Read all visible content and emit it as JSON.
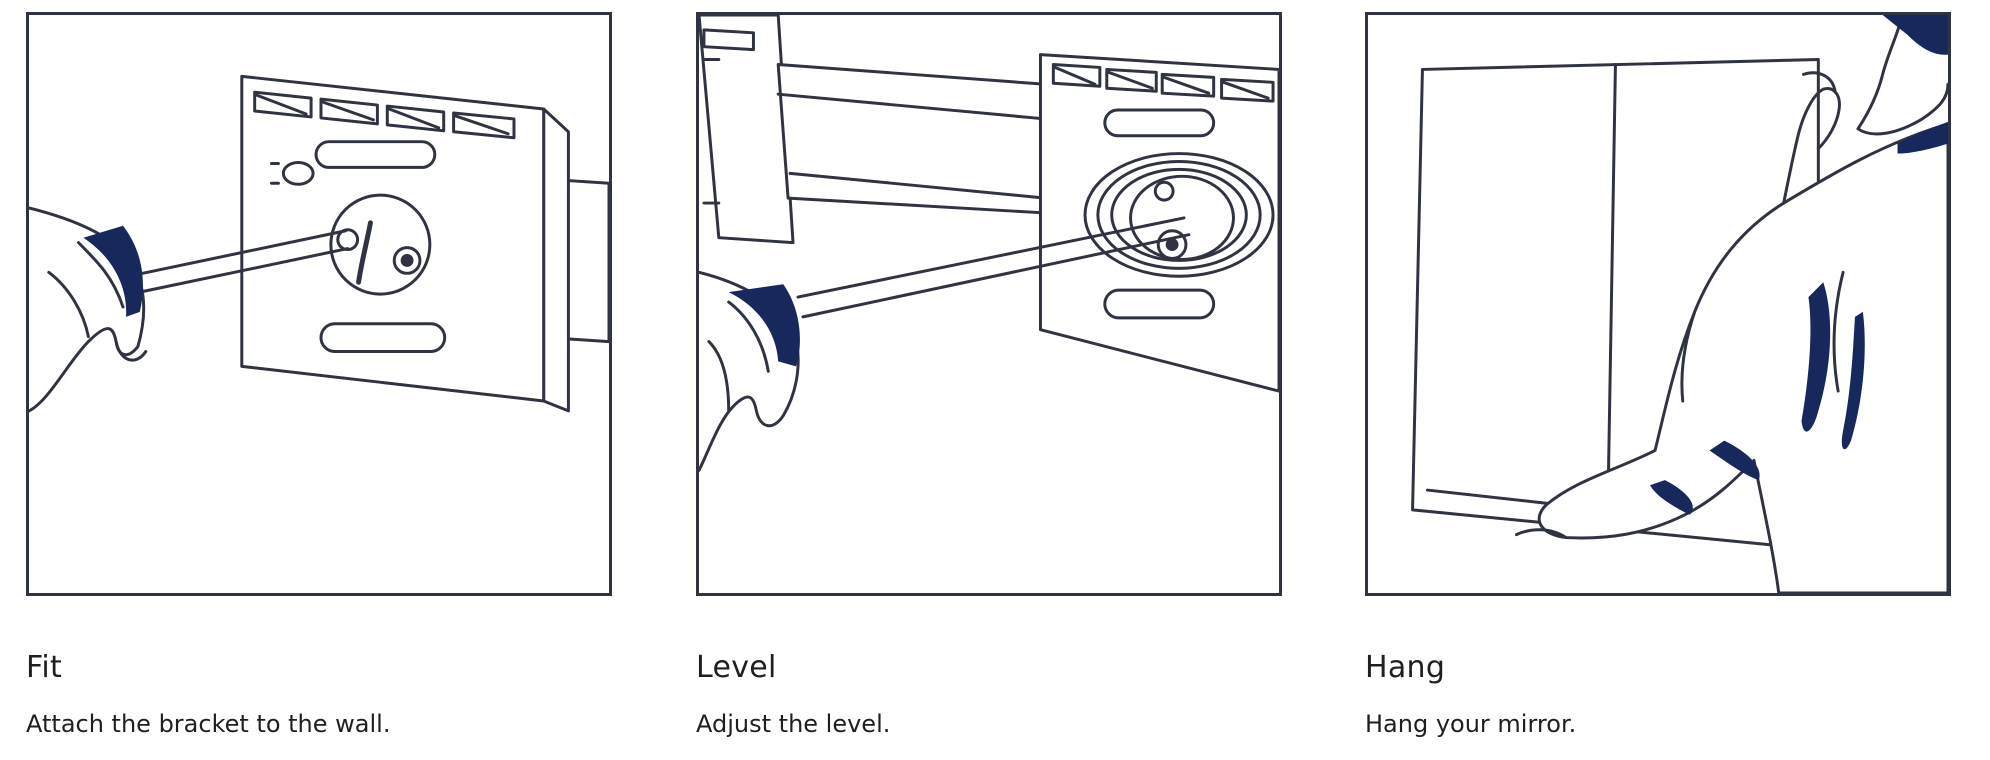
{
  "steps": [
    {
      "title": "Fit",
      "description": "Attach the bracket to the wall.",
      "illustration": "screwdriver-attach-bracket"
    },
    {
      "title": "Level",
      "description": "Adjust the level.",
      "illustration": "screwdriver-adjust-level"
    },
    {
      "title": "Hang",
      "description": "Hang your mirror.",
      "illustration": "person-hanging-mirror"
    }
  ],
  "colors": {
    "frame": "#2f3342",
    "ink": "#2f3342",
    "accent": "#16285c",
    "text": "#1f1f1f"
  }
}
